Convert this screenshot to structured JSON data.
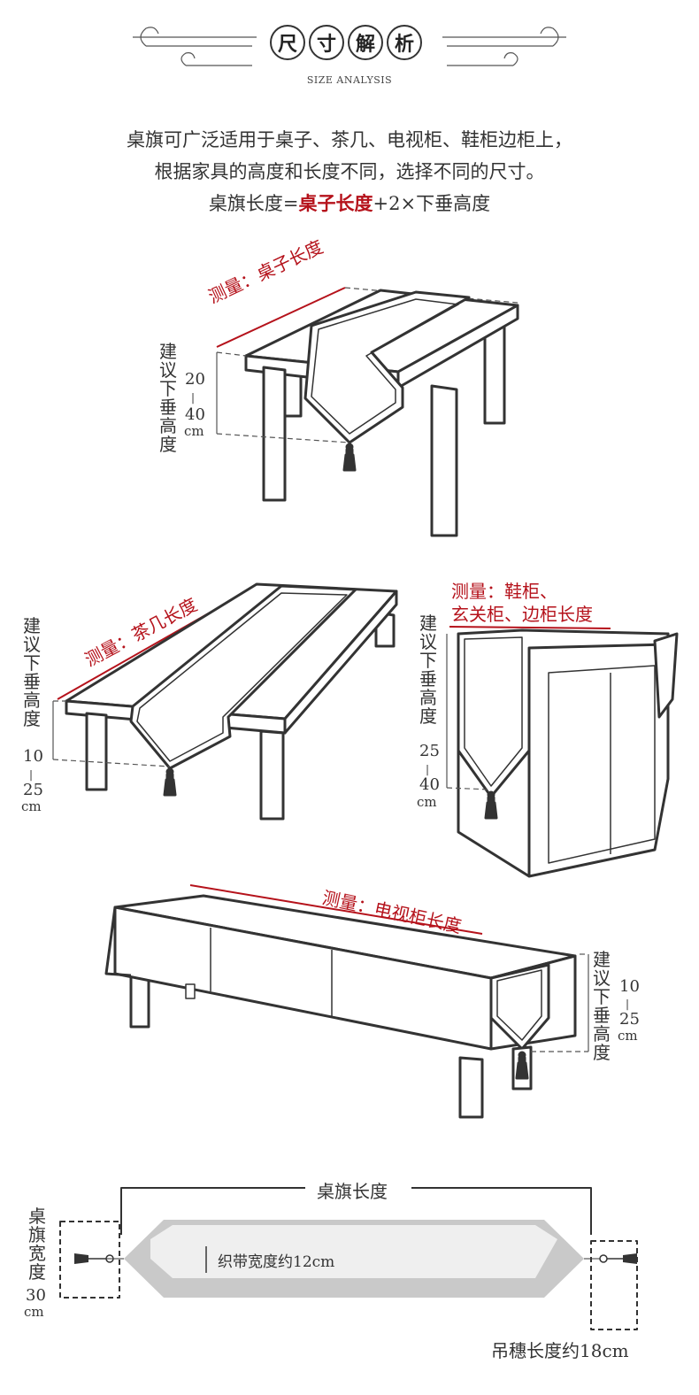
{
  "header": {
    "title_chars": [
      "尺",
      "寸",
      "解",
      "析"
    ],
    "subtitle": "SIZE ANALYSIS"
  },
  "intro": {
    "line1": "桌旗可广泛适用于桌子、茶几、电视柜、鞋柜边柜上，",
    "line2": "根据家具的高度和长度不同，选择不同的尺寸。",
    "formula_prefix": "桌旗长度=",
    "formula_red": "桌子长度",
    "formula_suffix": "+2×下垂高度"
  },
  "table_section": {
    "measure_label": "测量：桌子长度",
    "suggest_chars": [
      "建",
      "议",
      "下",
      "垂",
      "高",
      "度"
    ],
    "range_min": "20",
    "range_max": "40",
    "unit": "cm"
  },
  "coffee_section": {
    "measure_label": "测量：茶几长度",
    "suggest_chars": [
      "建",
      "议",
      "下",
      "垂",
      "高",
      "度"
    ],
    "range_min": "10",
    "range_max": "25",
    "unit": "cm"
  },
  "cabinet_section": {
    "measure_label_line1": "测量：鞋柜、",
    "measure_label_line2": "玄关柜、边柜长度",
    "suggest_chars": [
      "建",
      "议",
      "下",
      "垂",
      "高",
      "度"
    ],
    "range_min": "25",
    "range_max": "40",
    "unit": "cm"
  },
  "tv_section": {
    "measure_label": "测量：电视柜长度",
    "suggest_chars": [
      "建",
      "议",
      "下",
      "垂",
      "高",
      "度"
    ],
    "range_min": "10",
    "range_max": "25",
    "unit": "cm"
  },
  "runner_section": {
    "length_label": "桌旗长度",
    "width_chars": [
      "桌",
      "旗",
      "宽",
      "度"
    ],
    "width_value": "30",
    "width_unit": "cm",
    "band_label": "织带宽度约12cm",
    "tassel_label": "吊穗长度约18cm"
  },
  "colors": {
    "accent_red": "#b5121b",
    "line": "#333333",
    "runner_fill": "#c9c9c9"
  }
}
